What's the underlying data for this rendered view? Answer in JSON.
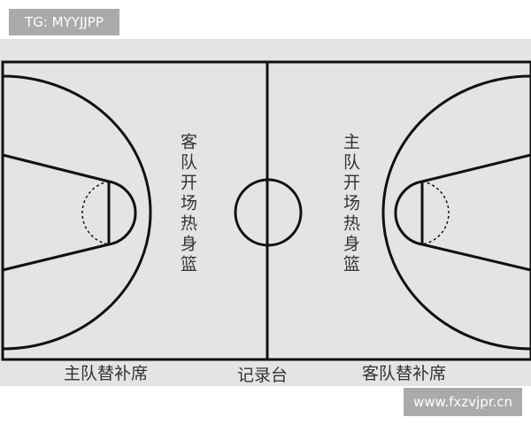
{
  "watermarks": {
    "top_left": "TG: MYYJJPP",
    "bottom_right": "www.fxzvjpr.cn"
  },
  "court": {
    "left_zone_label": "客队开场热身篮",
    "right_zone_label": "主队开场热身篮"
  },
  "sideline": {
    "left_bench": "主队替补席",
    "center_table": "记录台",
    "right_bench": "客队替补席"
  },
  "colors": {
    "background": "#e4e4e4",
    "line": "#111111",
    "badge": "#aaaaaa",
    "text": "#333333"
  }
}
